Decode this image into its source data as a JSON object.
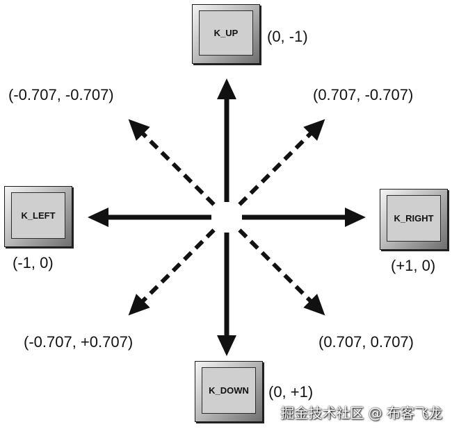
{
  "keys": {
    "up": "K_UP",
    "down": "K_DOWN",
    "left": "K_LEFT",
    "right": "K_RIGHT"
  },
  "vectors": {
    "up": "(0, -1)",
    "down": "(0, +1)",
    "left": "(-1, 0)",
    "right": "(+1, 0)",
    "up_left": "(-0.707, -0.707)",
    "up_right": "(0.707, -0.707)",
    "down_left": "(-0.707, +0.707)",
    "down_right": "(0.707, 0.707)"
  },
  "directions": [
    {
      "name": "up",
      "dx": 0,
      "dy": -1,
      "style": "solid"
    },
    {
      "name": "down",
      "dx": 0,
      "dy": 1,
      "style": "solid"
    },
    {
      "name": "left",
      "dx": -1,
      "dy": 0,
      "style": "solid"
    },
    {
      "name": "right",
      "dx": 1,
      "dy": 0,
      "style": "solid"
    },
    {
      "name": "up-left",
      "dx": -0.707,
      "dy": -0.707,
      "style": "dashed"
    },
    {
      "name": "up-right",
      "dx": 0.707,
      "dy": -0.707,
      "style": "dashed"
    },
    {
      "name": "down-left",
      "dx": -0.707,
      "dy": 0.707,
      "style": "dashed"
    },
    {
      "name": "down-right",
      "dx": 0.707,
      "dy": 0.707,
      "style": "dashed"
    }
  ],
  "watermark": "掘金技术社区 @ 布客飞龙",
  "colors": {
    "arrow": "#111111",
    "key_face": "#cfcfcf"
  }
}
